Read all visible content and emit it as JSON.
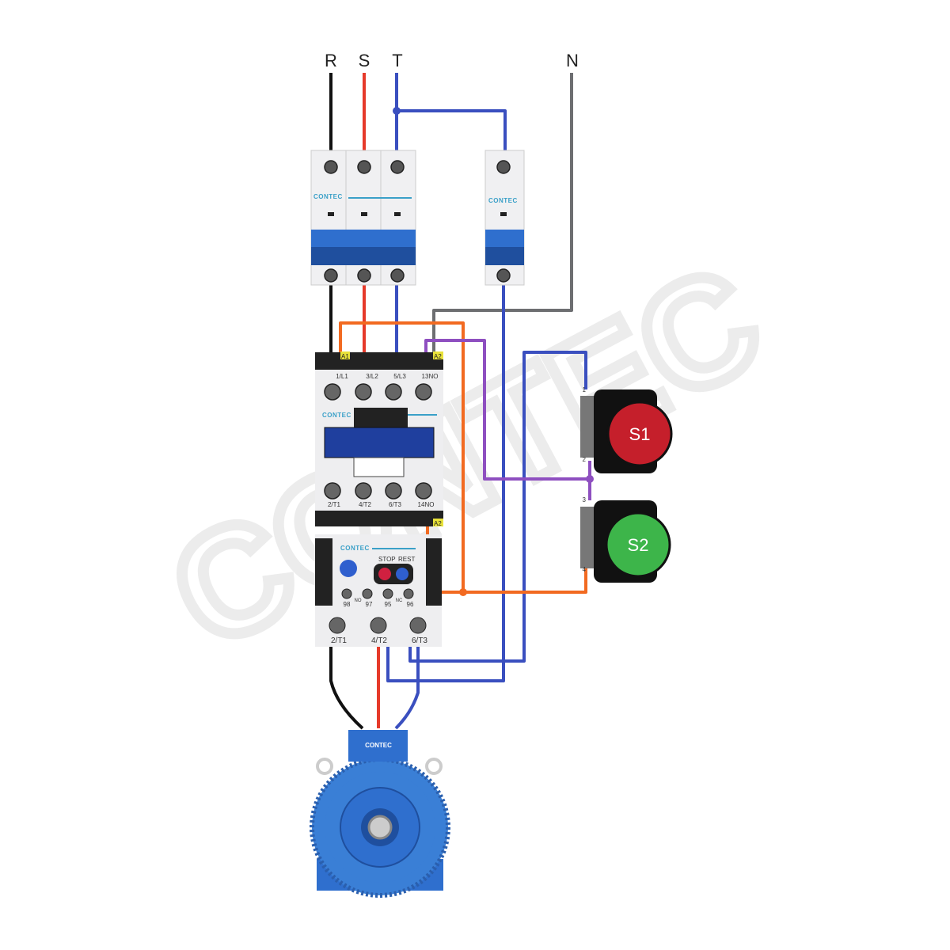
{
  "phases": {
    "r": "R",
    "s": "S",
    "t": "T",
    "n": "N"
  },
  "brand": "CONTEC",
  "watermark": "CONTEC",
  "contactor": {
    "top_terminals": [
      "1/L1",
      "3/L2",
      "5/L3",
      "13NO"
    ],
    "bottom_terminals": [
      "2/T1",
      "4/T2",
      "6/T3",
      "14NO"
    ],
    "coil_a1": "A1",
    "coil_a2": "A2",
    "coil_a2_bottom": "A2"
  },
  "overload_relay": {
    "stop_label": "STOP",
    "reset_label": "REST",
    "aux_terminals": [
      "98",
      "97",
      "95",
      "96"
    ],
    "no_label": "NO",
    "nc_label": "NC",
    "outputs": [
      "2/T1",
      "4/T2",
      "6/T3"
    ]
  },
  "buttons": {
    "s1": {
      "label": "S1",
      "terminals": [
        "1",
        "2"
      ],
      "color": "#c51f2b"
    },
    "s2": {
      "label": "S2",
      "terminals": [
        "3",
        "4"
      ],
      "color": "#3db54a"
    }
  },
  "colors": {
    "r": "#111111",
    "s": "#e63a2a",
    "t": "#3a4fbf",
    "n": "#6d6e71",
    "control": "#f26a21",
    "aux": "#8e4fc0"
  }
}
